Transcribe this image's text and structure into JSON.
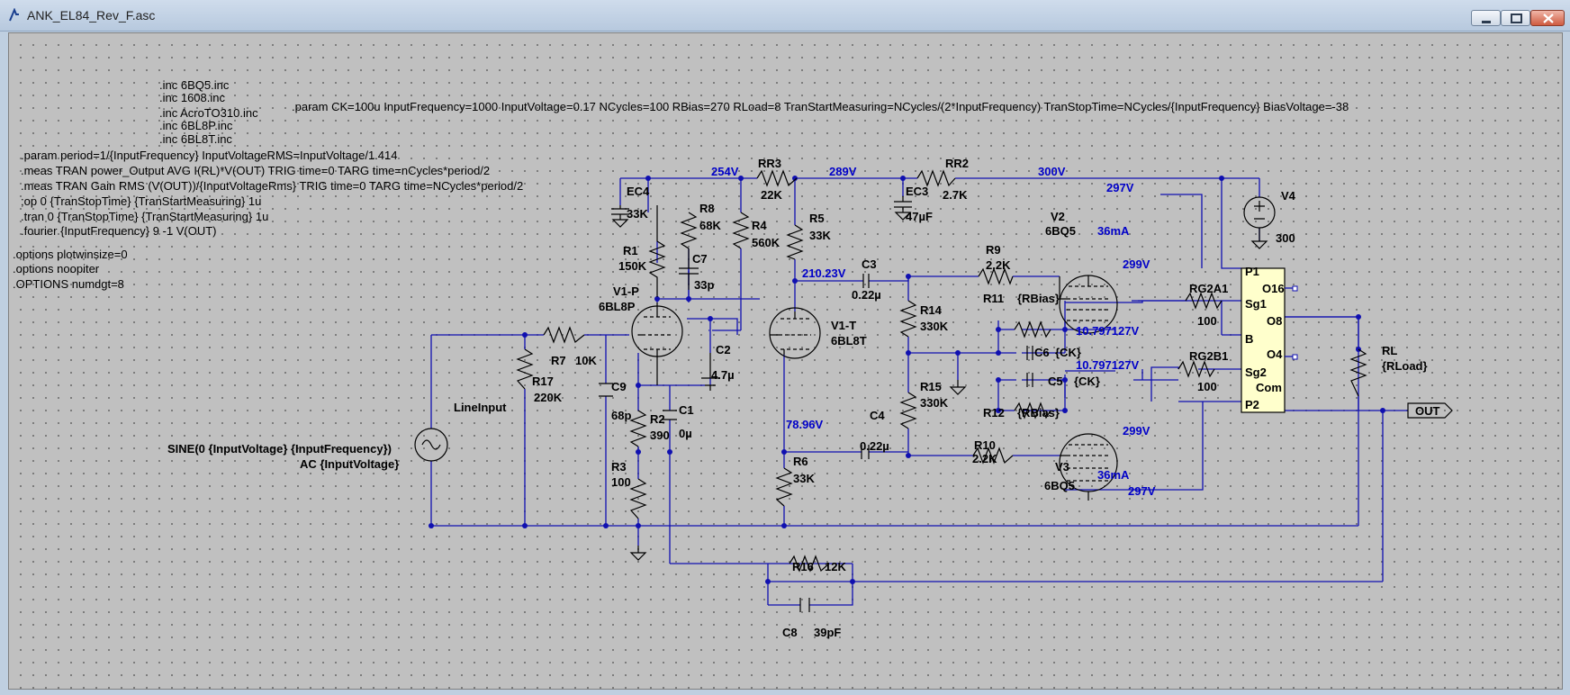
{
  "window": {
    "title": "ANK_EL84_Rev_F.asc"
  },
  "directives": {
    "inc_6bq5": ".inc 6BQ5.inc",
    "inc_1608": ".inc 1608.inc",
    "inc_acro": ".inc AcroTO310.inc",
    "inc_6bl8p": ".inc 6BL8P.inc",
    "inc_6bl8t": ".inc 6BL8T.inc",
    "param_main": ".param CK=100u InputFrequency=1000 InputVoltage=0.17 NCycles=100 RBias=270 RLoad=8 TranStartMeasuring=NCycles/(2*InputFrequency) TranStopTime=NCycles/{InputFrequency} BiasVoltage=-38",
    "param_period": ".param period=1/{InputFrequency} InputVoltageRMS=InputVoltage/1.414",
    "meas_power": ".meas TRAN power_Output AVG I(RL)*V(OUT) TRIG time=0 TARG time=nCycles*period/2",
    "meas_gain": ".meas TRAN Gain RMS (V(OUT))/{InputVoltageRms} TRIG time=0 TARG time=NCycles*period/2",
    "op": ";op 0 {TranStopTime} {TranStartMeasuring} 1u",
    "tran": ".tran 0 {TranStopTime} {TranStartMeasuring} 1u",
    "fourier": ".fourier {InputFrequency} 9 -1 V(OUT)",
    "opt_plot": ".options plotwinsize=0",
    "opt_noopiter": ".options noopiter",
    "opt_numdgt": ".OPTIONS numdgt=8",
    "source_sine": "SINE(0 {InputVoltage} {InputFrequency})",
    "source_ac": "AC {InputVoltage}"
  },
  "components": {
    "ec4": {
      "name": "EC4",
      "value": "33K"
    },
    "r1": {
      "name": "R1",
      "value": "150K"
    },
    "r8": {
      "name": "R8",
      "value": "68K"
    },
    "c7": {
      "name": "C7",
      "value": "33p"
    },
    "r4": {
      "name": "R4",
      "value": "560K"
    },
    "rr3": {
      "name": "RR3",
      "value": "22K"
    },
    "r5": {
      "name": "R5",
      "value": "33K"
    },
    "ec3": {
      "name": "EC3",
      "value": "47µF"
    },
    "rr2": {
      "name": "RR2",
      "value": "2.7K"
    },
    "v4": {
      "name": "V4",
      "value": "300"
    },
    "v1p": {
      "name": "V1-P",
      "value": "6BL8P"
    },
    "v1t": {
      "name": "V1-T",
      "value": "6BL8T"
    },
    "c3": {
      "name": "C3",
      "value": "0.22µ"
    },
    "r9": {
      "name": "R9",
      "value": "2.2K"
    },
    "v2": {
      "name": "V2",
      "value": "6BQ5"
    },
    "r14": {
      "name": "R14",
      "value": "330K"
    },
    "r11": {
      "name": "R11",
      "value": "{RBias}"
    },
    "c6": {
      "name": "C6",
      "value": "{CK}"
    },
    "c5": {
      "name": "C5",
      "value": "{CK}"
    },
    "r15": {
      "name": "R15",
      "value": "330K"
    },
    "r12": {
      "name": "R12",
      "value": "{RBias}"
    },
    "r10": {
      "name": "R10",
      "value": "2.2K"
    },
    "v3": {
      "name": "V3",
      "value": "6BQ5"
    },
    "c4": {
      "name": "C4",
      "value": "0.22µ"
    },
    "r6": {
      "name": "R6",
      "value": "33K"
    },
    "r7": {
      "name": "R7",
      "value": "10K"
    },
    "r17": {
      "name": "R17",
      "value": "220K"
    },
    "c9": {
      "name": "C9",
      "value": "68p"
    },
    "c2": {
      "name": "C2",
      "value": "4.7µ"
    },
    "r2": {
      "name": "R2",
      "value": "390"
    },
    "c1": {
      "name": "C1",
      "value": "0µ"
    },
    "r3": {
      "name": "R3",
      "value": "100"
    },
    "lineinput": {
      "name": "LineInput"
    },
    "rg2a1": {
      "name": "RG2A1",
      "value": "100"
    },
    "rg2b1": {
      "name": "RG2B1",
      "value": "100"
    },
    "rl": {
      "name": "RL",
      "value": "{RLoad}"
    },
    "r16": {
      "name": "R16",
      "value": "12K"
    },
    "c8": {
      "name": "C8",
      "value": "39pF"
    }
  },
  "transformer": {
    "p1": "P1",
    "sg1": "Sg1",
    "b": "B",
    "sg2": "Sg2",
    "p2": "P2",
    "o16": "O16",
    "o8": "O8",
    "o4": "O4",
    "com": "Com"
  },
  "netlabels": {
    "out": "OUT"
  },
  "voltages": {
    "n254": "254V",
    "n289": "289V",
    "n300": "300V",
    "n297a": "297V",
    "n297b": "297V",
    "n210": "210.23V",
    "n79": "78.96V",
    "n299a": "299V",
    "n299b": "299V",
    "ia": "36mA",
    "ib": "36mA",
    "g1": "10.797127V",
    "g2": "10.797127V"
  }
}
